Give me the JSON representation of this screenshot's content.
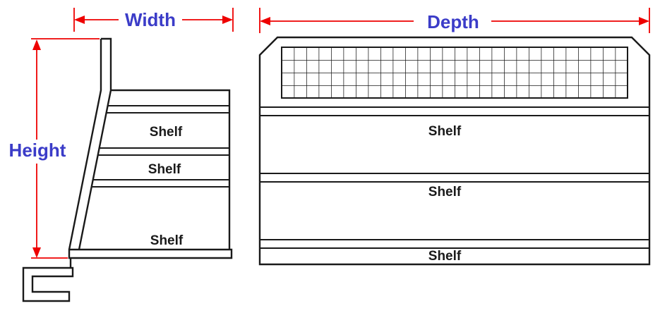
{
  "colors": {
    "line": "#1a1a1a",
    "dimension": "#ee0000",
    "label": "#3b3cc8",
    "background": "#ffffff"
  },
  "dimensions": {
    "width": "Width",
    "depth": "Depth",
    "height": "Height"
  },
  "side_view": {
    "shelves": [
      "Shelf",
      "Shelf",
      "Shelf"
    ]
  },
  "front_view": {
    "shelves": [
      "Shelf",
      "Shelf",
      "Shelf"
    ]
  }
}
